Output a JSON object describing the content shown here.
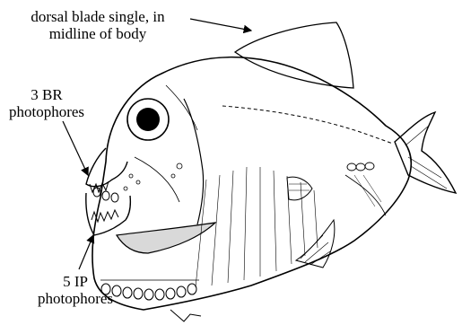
{
  "labels": {
    "dorsal_line1": "dorsal blade single, in",
    "dorsal_line2": "midline of body",
    "br_line1": "3 BR",
    "br_line2": "photophores",
    "ip_line1": "5 IP",
    "ip_line2": "photophores"
  },
  "colors": {
    "ink": "#000000",
    "background": "#ffffff"
  }
}
